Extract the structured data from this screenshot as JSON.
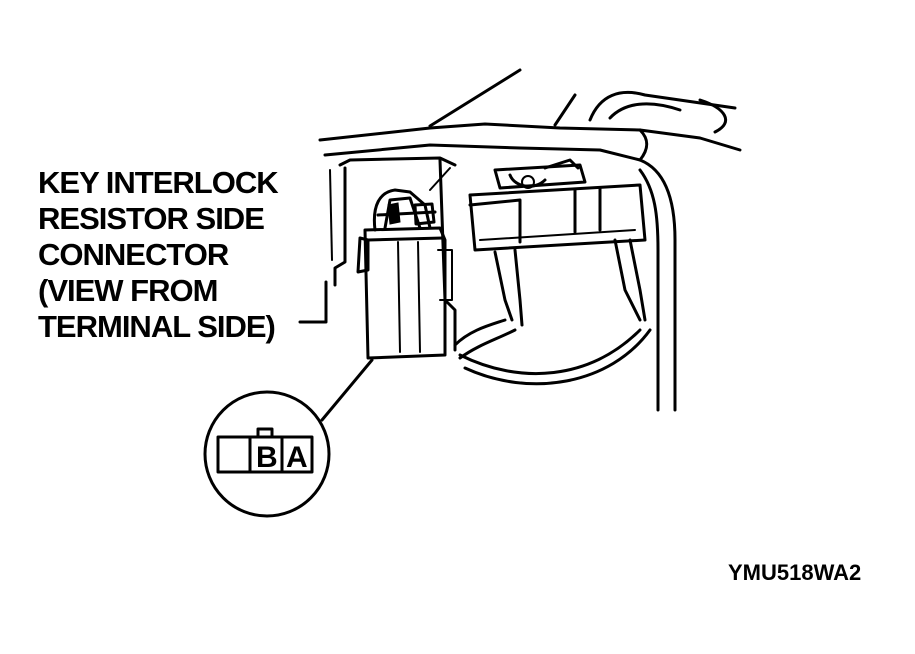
{
  "callout": {
    "lines": [
      "KEY INTERLOCK",
      "RESISTOR SIDE",
      "CONNECTOR",
      "(VIEW FROM",
      "TERMINAL SIDE)"
    ]
  },
  "connector_face": {
    "pins": [
      {
        "label": ""
      },
      {
        "label": "B"
      },
      {
        "label": "A"
      }
    ]
  },
  "figure_id": "YMU518WA2"
}
